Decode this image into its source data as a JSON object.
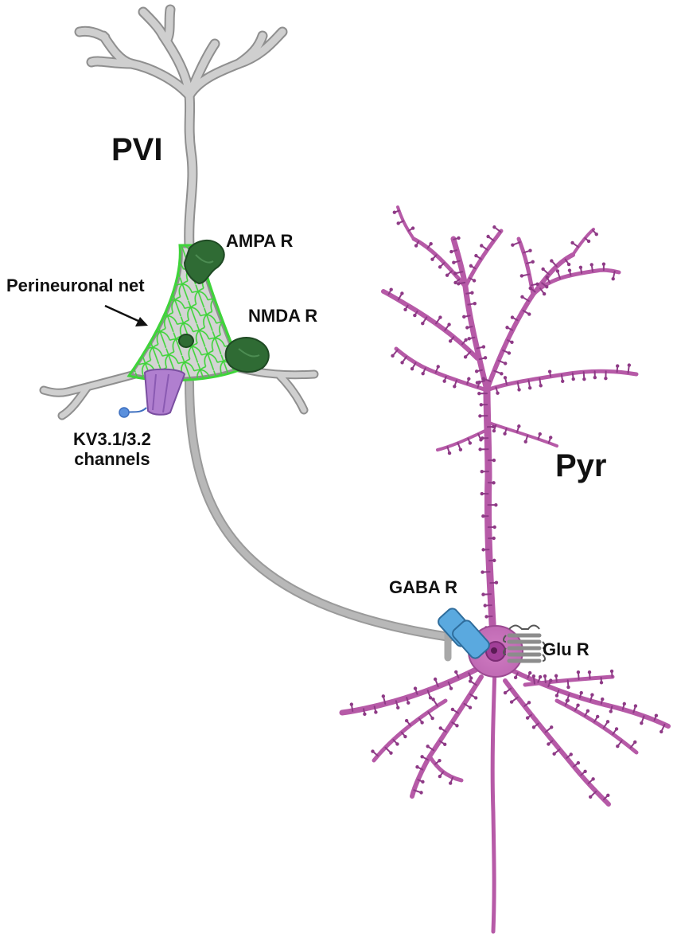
{
  "labels": {
    "pvi": "PVI",
    "pyr": "Pyr",
    "ampa": "AMPA R",
    "nmda": "NMDA R",
    "perineuronal": "Perineuronal net",
    "kv": "KV3.1/3.2\nchannels",
    "gaba": "GABA R",
    "glu": "Glu R"
  },
  "colors": {
    "pvi_neuron": "#c9c9c9",
    "pvi_outline": "#8f8f8f",
    "net": "#3fd43a",
    "ampa_nmda": "#2f6b34",
    "kv_channel": "#b07fcf",
    "pyr_neuron": "#b65aa7",
    "pyr_dark": "#8e3a86",
    "gaba_receptor": "#5aa9df",
    "glu_receptor": "#7a7a7a"
  }
}
